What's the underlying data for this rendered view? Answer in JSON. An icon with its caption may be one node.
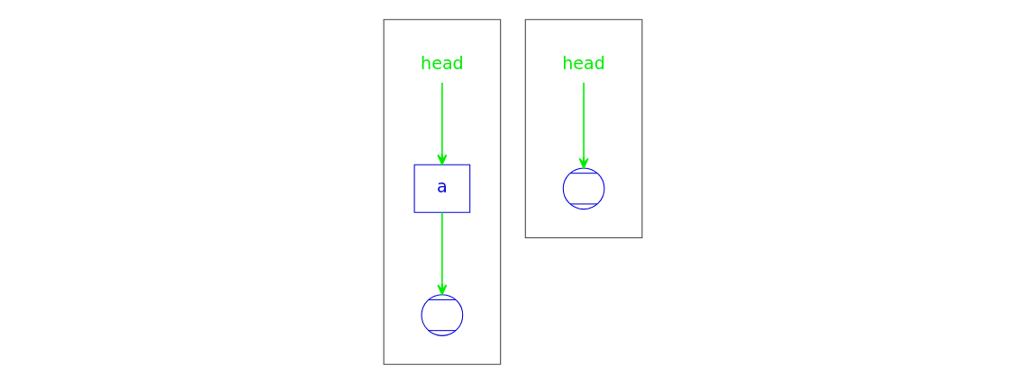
{
  "diagram": {
    "nodes": [
      {
        "text": [],
        "shape": "box"
      },
      {
        "text": [
          "head"
        ],
        "in": 0
      },
      {
        "text": [
          "a"
        ],
        "in": 0
      },
      {
        "text": [],
        "shape": "circle",
        "in": 0
      },
      {
        "text": [],
        "shape": "box"
      },
      {
        "text": [
          "head"
        ],
        "in": 4
      },
      {
        "text": [],
        "shape": "circle",
        "in": 4
      }
    ],
    "edges": [
      {
        "from": 1,
        "to": 2,
        "arrow": "to"
      },
      {
        "from": 2,
        "to": 3,
        "arrow": "to"
      },
      {
        "from": 5,
        "to": 6,
        "arrow": "to"
      }
    ]
  }
}
